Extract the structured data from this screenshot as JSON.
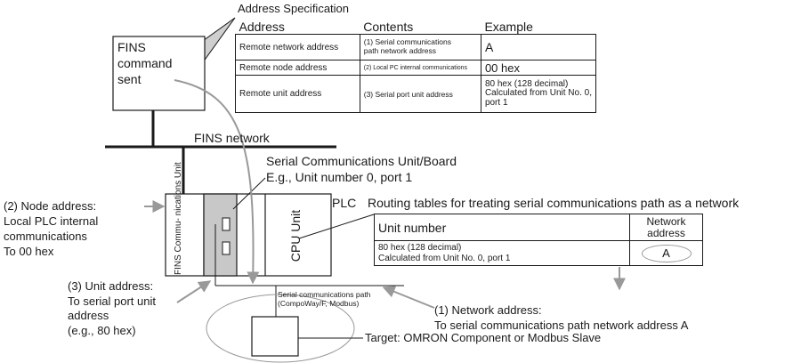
{
  "address_spec": {
    "title": "Address Specification",
    "headers": [
      "Address",
      "Contents",
      "Example"
    ],
    "rows": [
      {
        "address": "Remote network address",
        "contents": "(1) Serial communications\npath network address",
        "example": "A"
      },
      {
        "address": "Remote node address",
        "contents": "(2) Local PC internal communications",
        "example": "00 hex"
      },
      {
        "address": "Remote unit address",
        "contents": "(3) Serial port unit address",
        "example": "80 hex (128 decimal)\nCalculated from Unit No. 0,\nport 1"
      }
    ]
  },
  "fins_box": {
    "label": "FINS\ncommand\nsent"
  },
  "fins_network": {
    "label": "FINS network"
  },
  "serial_unit": {
    "label": "Serial Communications Unit/Board",
    "example": "E.g., Unit number 0, port 1"
  },
  "fins_comm_unit": {
    "label": "FINS Commu-\nnications Unit"
  },
  "cpu_unit": {
    "label": "CPU Unit"
  },
  "plc": {
    "label": "PLC"
  },
  "routing": {
    "title": "Routing tables for treating serial communications path as a network",
    "headers": [
      "Unit number",
      "Network\naddress"
    ],
    "row": {
      "unit": "80 hex (128 decimal)\nCalculated from Unit No. 0, port 1",
      "network": "A"
    }
  },
  "node_address": {
    "label": "(2) Node address:\nLocal PLC internal\ncommunications\nTo 00 hex"
  },
  "unit_address": {
    "label": "(3) Unit address:\nTo serial port unit\naddress\n(e.g., 80 hex)"
  },
  "serial_path": {
    "label": "Serial communications path\n(CompoWay/F, Modbus)"
  },
  "network_address": {
    "label": "(1) Network address:\nTo serial communications path network address A"
  },
  "target": {
    "label": "Target: OMRON Component or Modbus Slave"
  },
  "colors": {
    "line": "#1a1a1a",
    "gray_line": "#999999",
    "unit_fill": "#c8c8c8"
  }
}
